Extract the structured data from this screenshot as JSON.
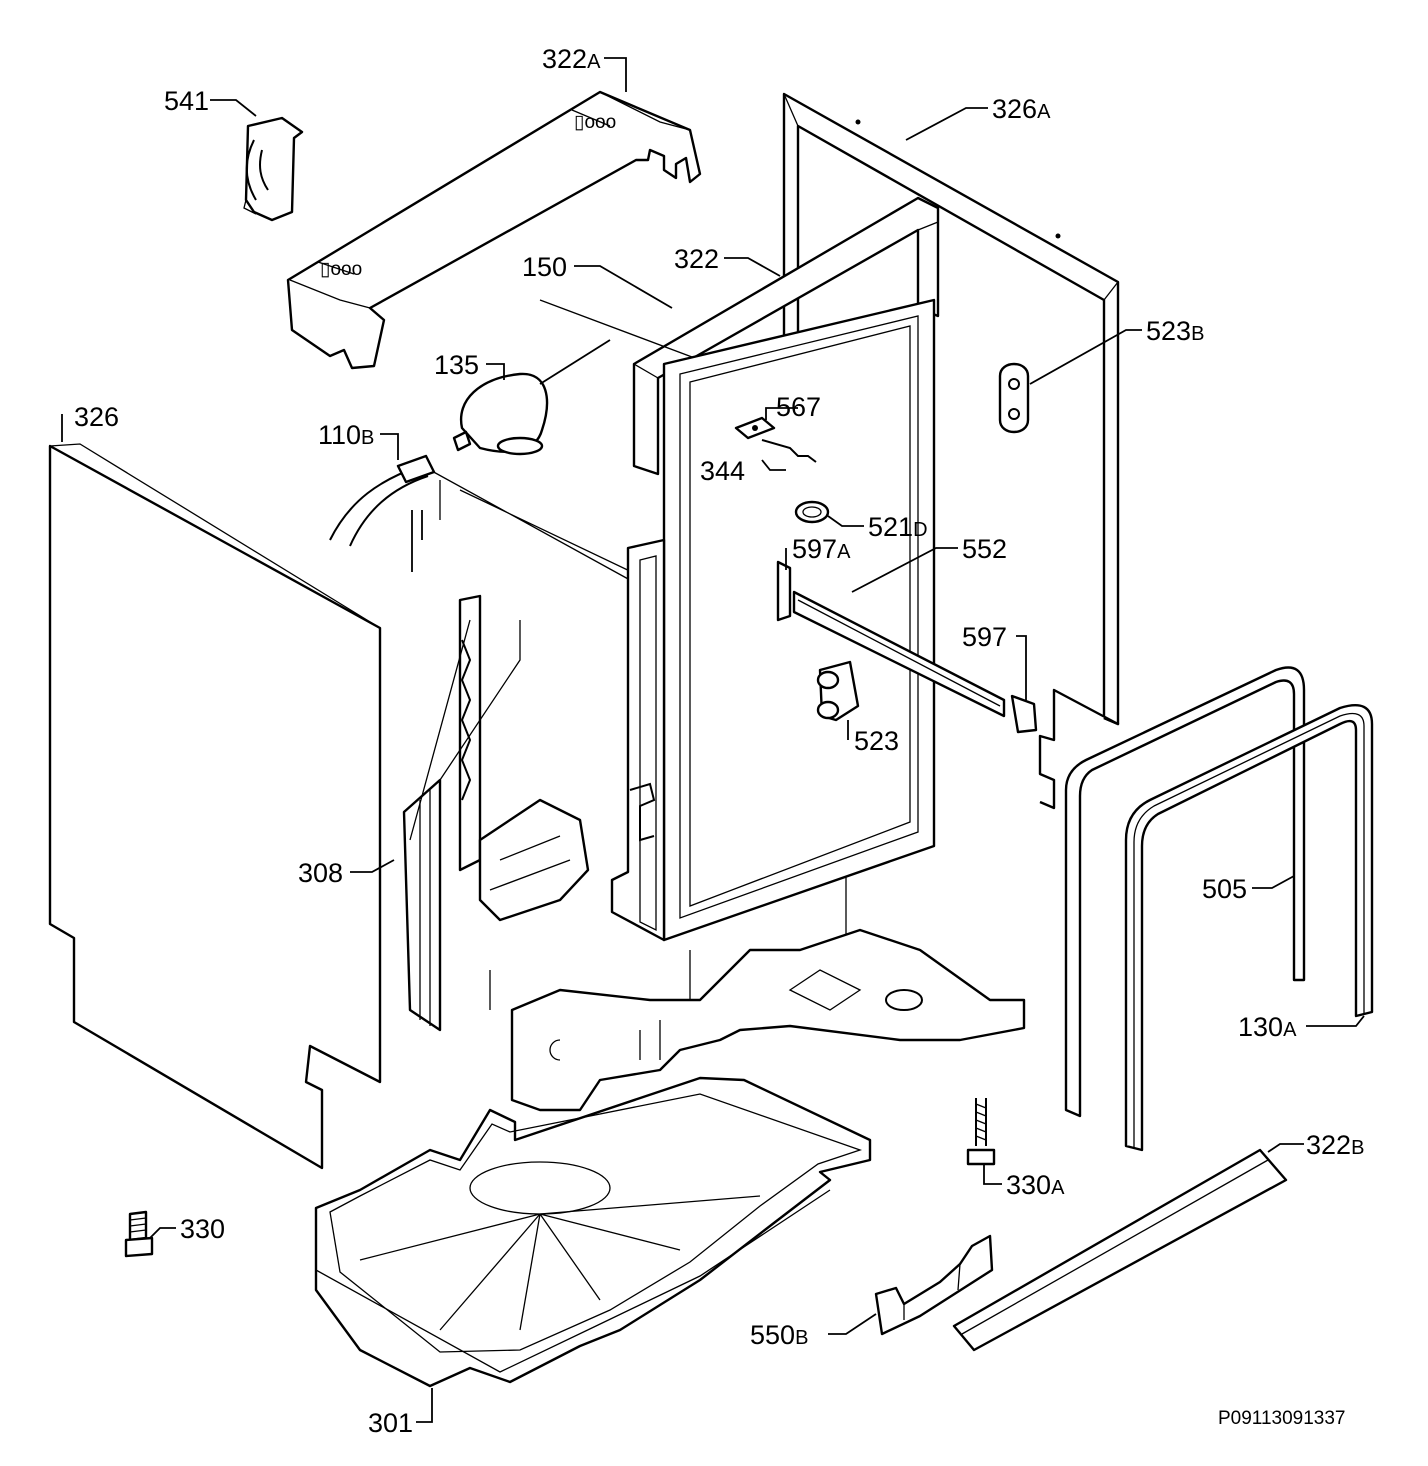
{
  "diagram": {
    "callouts": [
      {
        "id": "c541",
        "num": "541",
        "suffix": ""
      },
      {
        "id": "c322a",
        "num": "322",
        "suffix": "A"
      },
      {
        "id": "c326a",
        "num": "326",
        "suffix": "A"
      },
      {
        "id": "c150",
        "num": "150",
        "suffix": ""
      },
      {
        "id": "c322",
        "num": "322",
        "suffix": ""
      },
      {
        "id": "c523b",
        "num": "523",
        "suffix": "B"
      },
      {
        "id": "c135",
        "num": "135",
        "suffix": ""
      },
      {
        "id": "c326",
        "num": "326",
        "suffix": ""
      },
      {
        "id": "c110b",
        "num": "110",
        "suffix": "B"
      },
      {
        "id": "c567",
        "num": "567",
        "suffix": ""
      },
      {
        "id": "c344",
        "num": "344",
        "suffix": ""
      },
      {
        "id": "c521d",
        "num": "521",
        "suffix": "D"
      },
      {
        "id": "c597a",
        "num": "597",
        "suffix": "A"
      },
      {
        "id": "c552",
        "num": "552",
        "suffix": ""
      },
      {
        "id": "c597",
        "num": "597",
        "suffix": ""
      },
      {
        "id": "c523",
        "num": "523",
        "suffix": ""
      },
      {
        "id": "c308",
        "num": "308",
        "suffix": ""
      },
      {
        "id": "c505",
        "num": "505",
        "suffix": ""
      },
      {
        "id": "c130a",
        "num": "130",
        "suffix": "A"
      },
      {
        "id": "c322b",
        "num": "322",
        "suffix": "B"
      },
      {
        "id": "c330a",
        "num": "330",
        "suffix": "A"
      },
      {
        "id": "c330",
        "num": "330",
        "suffix": ""
      },
      {
        "id": "c550b",
        "num": "550",
        "suffix": "B"
      },
      {
        "id": "c301",
        "num": "301",
        "suffix": ""
      }
    ],
    "reference_code": "P09113091337"
  }
}
